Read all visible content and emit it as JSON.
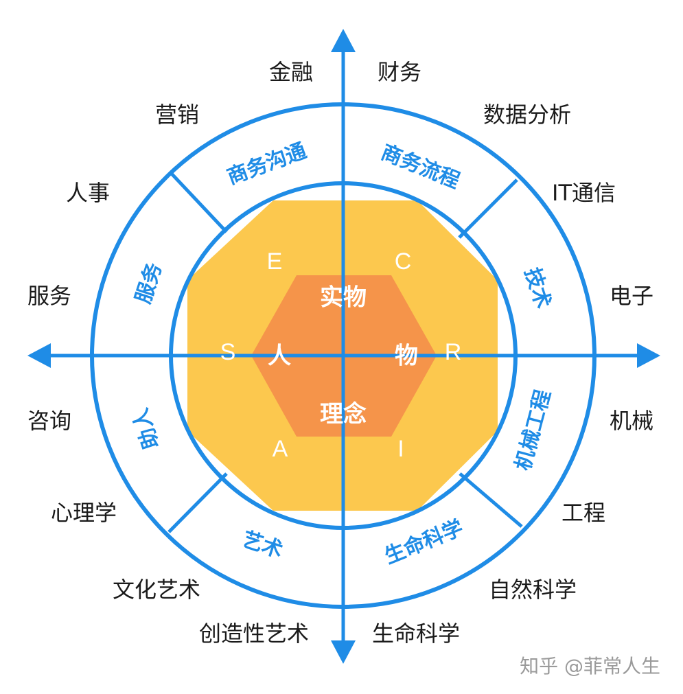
{
  "colors": {
    "ring_blue": "#1f8ce6",
    "octagon_yellow": "#fcc84e",
    "hexagon_orange": "#f5944a",
    "text_dark": "#1a1a1a",
    "white": "#ffffff"
  },
  "outer_labels": {
    "finance": "金融",
    "accounting": "财务",
    "marketing": "营销",
    "data_analysis": "数据分析",
    "hr": "人事",
    "it_telecom": "IT通信",
    "service": "服务",
    "electronics": "电子",
    "consulting": "咨询",
    "machinery": "机械",
    "psychology": "心理学",
    "engineering": "工程",
    "culture_art": "文化艺术",
    "natural_science": "自然科学",
    "creative_art": "创造性艺术",
    "life_science": "生命科学"
  },
  "ring_labels": {
    "business_comm": "商务沟通",
    "business_process": "商务流程",
    "service": "服务",
    "technology": "技术",
    "helping": "助人",
    "mech_eng": "机械工程",
    "art": "艺术",
    "life_science": "生命科学"
  },
  "riasec": {
    "e": "E",
    "c": "C",
    "s": "S",
    "r": "R",
    "a": "A",
    "i": "I"
  },
  "core": {
    "things": "实物",
    "people": "人",
    "objects": "物",
    "ideas": "理念"
  },
  "watermark": "知乎 @菲常人生"
}
